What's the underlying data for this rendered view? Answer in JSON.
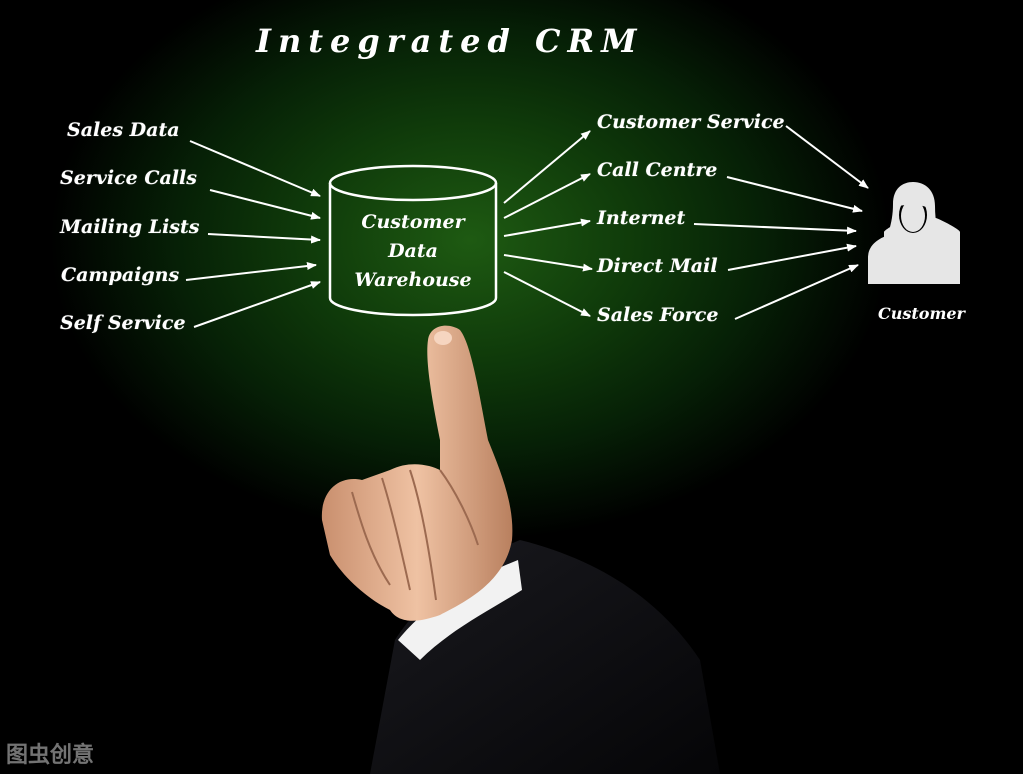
{
  "title": "Integrated CRM",
  "sources": [
    {
      "label": "Sales Data"
    },
    {
      "label": "Service Calls"
    },
    {
      "label": "Mailing Lists"
    },
    {
      "label": "Campaigns"
    },
    {
      "label": "Self Service"
    }
  ],
  "warehouse": {
    "lines": [
      "Customer",
      "Data",
      "Warehouse"
    ]
  },
  "channels": [
    {
      "label": "Customer Service"
    },
    {
      "label": "Call Centre"
    },
    {
      "label": "Internet"
    },
    {
      "label": "Direct Mail"
    },
    {
      "label": "Sales Force"
    }
  ],
  "customer": {
    "label": "Customer",
    "icon": "person-icon"
  },
  "watermark": "图虫创意",
  "colors": {
    "background": "#0f3a0a",
    "text": "#ffffff",
    "arrows": "#ffffff"
  }
}
